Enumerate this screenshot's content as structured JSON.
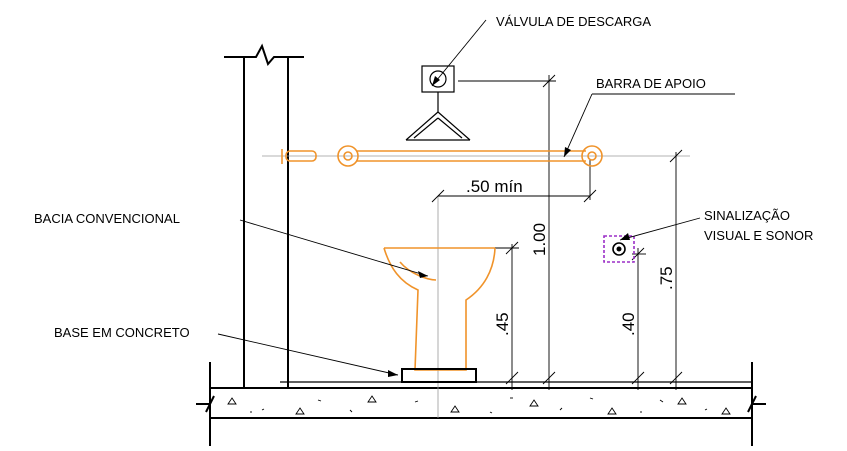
{
  "labels": {
    "flush_valve": "VÁLVULA DE DESCARGA",
    "grab_bar": "BARRA DE APOIO",
    "toilet": "BACIA CONVENCIONAL",
    "base": "BASE EM CONCRETO",
    "signal_line1": "SINALIZAÇÃO",
    "signal_line2": "VISUAL E SONOR"
  },
  "dimensions": {
    "bar_offset": ".50 mín",
    "valve_height": "1.00",
    "seat_height": ".45",
    "signal_height": ".40",
    "bar_height": ".75"
  },
  "colors": {
    "linework": "#000000",
    "fixture": "#f0932a",
    "signal_device": "#9b2fc7",
    "guide_line": "#9a9a9a"
  }
}
